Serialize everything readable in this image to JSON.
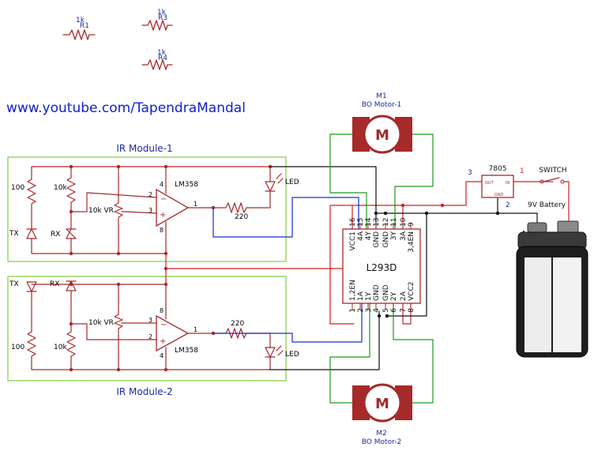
{
  "url_text": "www.youtube.com/TapendraMandal",
  "colors": {
    "component": "#a62a2a",
    "wire_red": "#d42020",
    "wire_green": "#1a9a1a",
    "wire_blue": "#1030d0",
    "wire_black": "#111111",
    "module_border": "#88d44a",
    "url": "#1020d0",
    "label_blue": "#1a2aa8"
  },
  "spare_resistors": [
    {
      "value": "1k",
      "ref": "R1"
    },
    {
      "value": "1k",
      "ref": "R3"
    },
    {
      "value": "1k",
      "ref": "R4"
    }
  ],
  "module1": {
    "title": "IR Module-1",
    "r100": "100",
    "r10k": "10k",
    "vr": "10k VR",
    "tx": "TX",
    "rx": "RX",
    "ic": "LM358",
    "pin_plus": "2",
    "pin_minus": "3",
    "pin_out": "1",
    "pin_vcc": "4",
    "pin_gnd": "8",
    "r220": "220",
    "led": "LED"
  },
  "module2": {
    "title": "IR Module-2",
    "r100": "100",
    "r10k": "10k",
    "vr": "10k VR",
    "tx": "TX",
    "rx": "RX",
    "ic": "LM358",
    "pin_minus": "3",
    "pin_plus": "2",
    "pin_out": "1",
    "pin_vcc": "8",
    "pin_gnd": "4",
    "r220": "220",
    "led": "LED"
  },
  "driver": {
    "name": "L293D",
    "top_pins": [
      "16",
      "15",
      "14",
      "13",
      "12",
      "11",
      "10",
      "9"
    ],
    "top_labels": [
      "VCC1",
      "4A",
      "4Y",
      "GND",
      "GND",
      "3Y",
      "3A",
      "3,4EN"
    ],
    "bottom_pins": [
      "1",
      "2",
      "3",
      "4",
      "5",
      "6",
      "7",
      "8"
    ],
    "bottom_labels": [
      "1,2EN",
      "1A",
      "1Y",
      "GND",
      "GND",
      "2Y",
      "2A",
      "VCC2"
    ]
  },
  "motor1": {
    "ref": "M1",
    "name": "BO Motor-1",
    "symbol": "M"
  },
  "motor2": {
    "ref": "M2",
    "name": "BO Motor-2",
    "symbol": "M"
  },
  "regulator": {
    "name": "7805",
    "pin_in": "1",
    "pin_gnd": "2",
    "pin_out": "3",
    "in_label": "IN",
    "out_label": "OUT",
    "gnd_label": "GND"
  },
  "switch": {
    "label": "SWITCH"
  },
  "battery": {
    "label": "9V Battery"
  }
}
